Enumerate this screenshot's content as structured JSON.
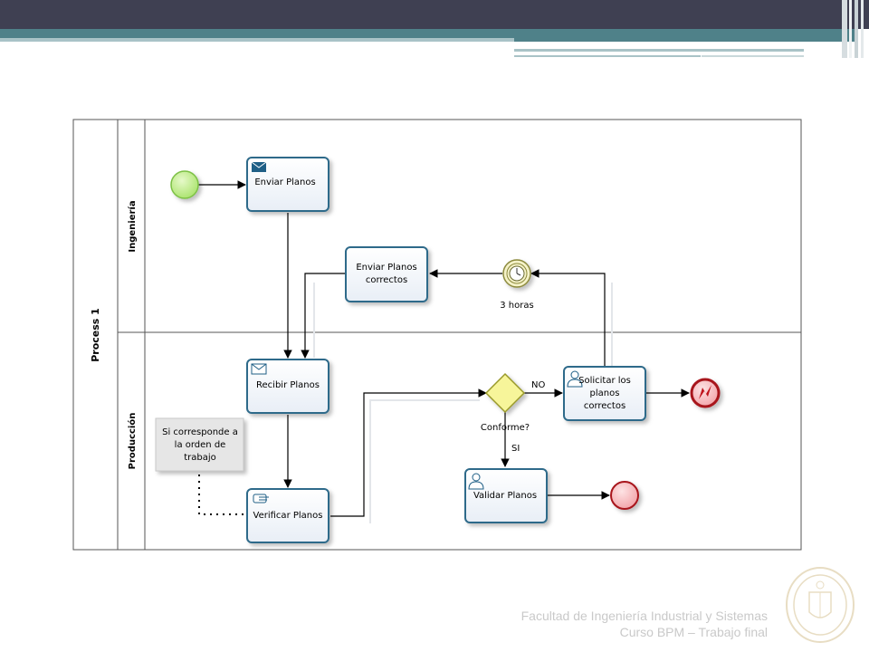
{
  "colors": {
    "header": "#3f4052",
    "accent": "#4f8189",
    "accent_light": "#a9c3c7",
    "task_border": "#2f6b8a",
    "start_fill": "#a9e36b",
    "end_fill": "#f4a6aa",
    "end_border": "#a8141c",
    "gateway_fill": "#f3f06a",
    "footer_text": "#c9c9c9"
  },
  "pool": {
    "label": "Process 1"
  },
  "lanes": [
    {
      "label": "Ingeniería"
    },
    {
      "label": "Producción"
    }
  ],
  "tasks": {
    "enviar_planos": {
      "label": "Enviar Planos",
      "icon": "envelope-filled-icon"
    },
    "enviar_correctos": {
      "lines": [
        "Enviar Planos",
        "correctos"
      ]
    },
    "recibir_planos": {
      "label": "Recibir Planos",
      "icon": "envelope-outline-icon"
    },
    "verificar_planos": {
      "label": "Verificar Planos",
      "icon": "manual-task-icon"
    },
    "solicitar": {
      "lines": [
        "Solicitar los",
        "planos",
        "correctos"
      ],
      "icon": "user-icon"
    },
    "validar_planos": {
      "label": "Validar Planos",
      "icon": "user-icon"
    }
  },
  "timer": {
    "label": "3 horas",
    "icon": "clock-icon"
  },
  "gateway": {
    "label": "Conforme?"
  },
  "flows": {
    "no_label": "NO",
    "si_label": "SI"
  },
  "annotation": {
    "lines": [
      "Si corresponde a",
      "la orden de",
      "trabajo"
    ]
  },
  "events": {
    "start": "start-event",
    "end_error": "error-end-event",
    "end": "end-event"
  },
  "footer": {
    "line1": "Facultad de Ingeniería Industrial y Sistemas",
    "line2": "Curso BPM – Trabajo final"
  }
}
